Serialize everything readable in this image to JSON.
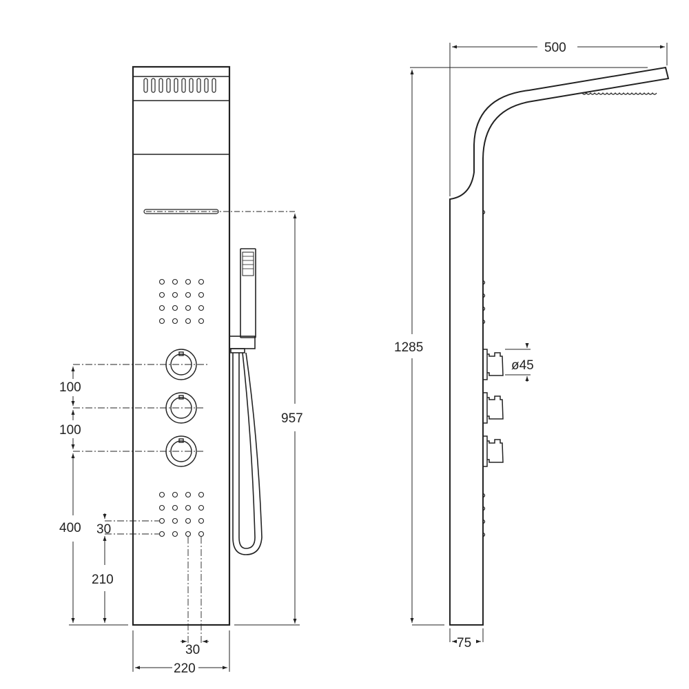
{
  "diagram": {
    "type": "technical-drawing",
    "subject": "thermostatic shower column",
    "views": [
      "front-view",
      "side-view"
    ],
    "front_view": {
      "dimensions": {
        "valve_spacing_1": "100",
        "valve_spacing_2": "100",
        "bottom_valve_height": "400",
        "jet_row_spacing": "30",
        "lowest_jet_height": "210",
        "jet_column_spacing": "30",
        "panel_width": "220",
        "handshower_height": "957"
      },
      "valve_count": 3,
      "body_jet_groups": 2,
      "jets_per_group": "4x4"
    },
    "side_view": {
      "dimensions": {
        "overhead_projection": "500",
        "total_height": "1285",
        "valve_diameter": "ø45",
        "panel_depth": "75"
      }
    }
  }
}
